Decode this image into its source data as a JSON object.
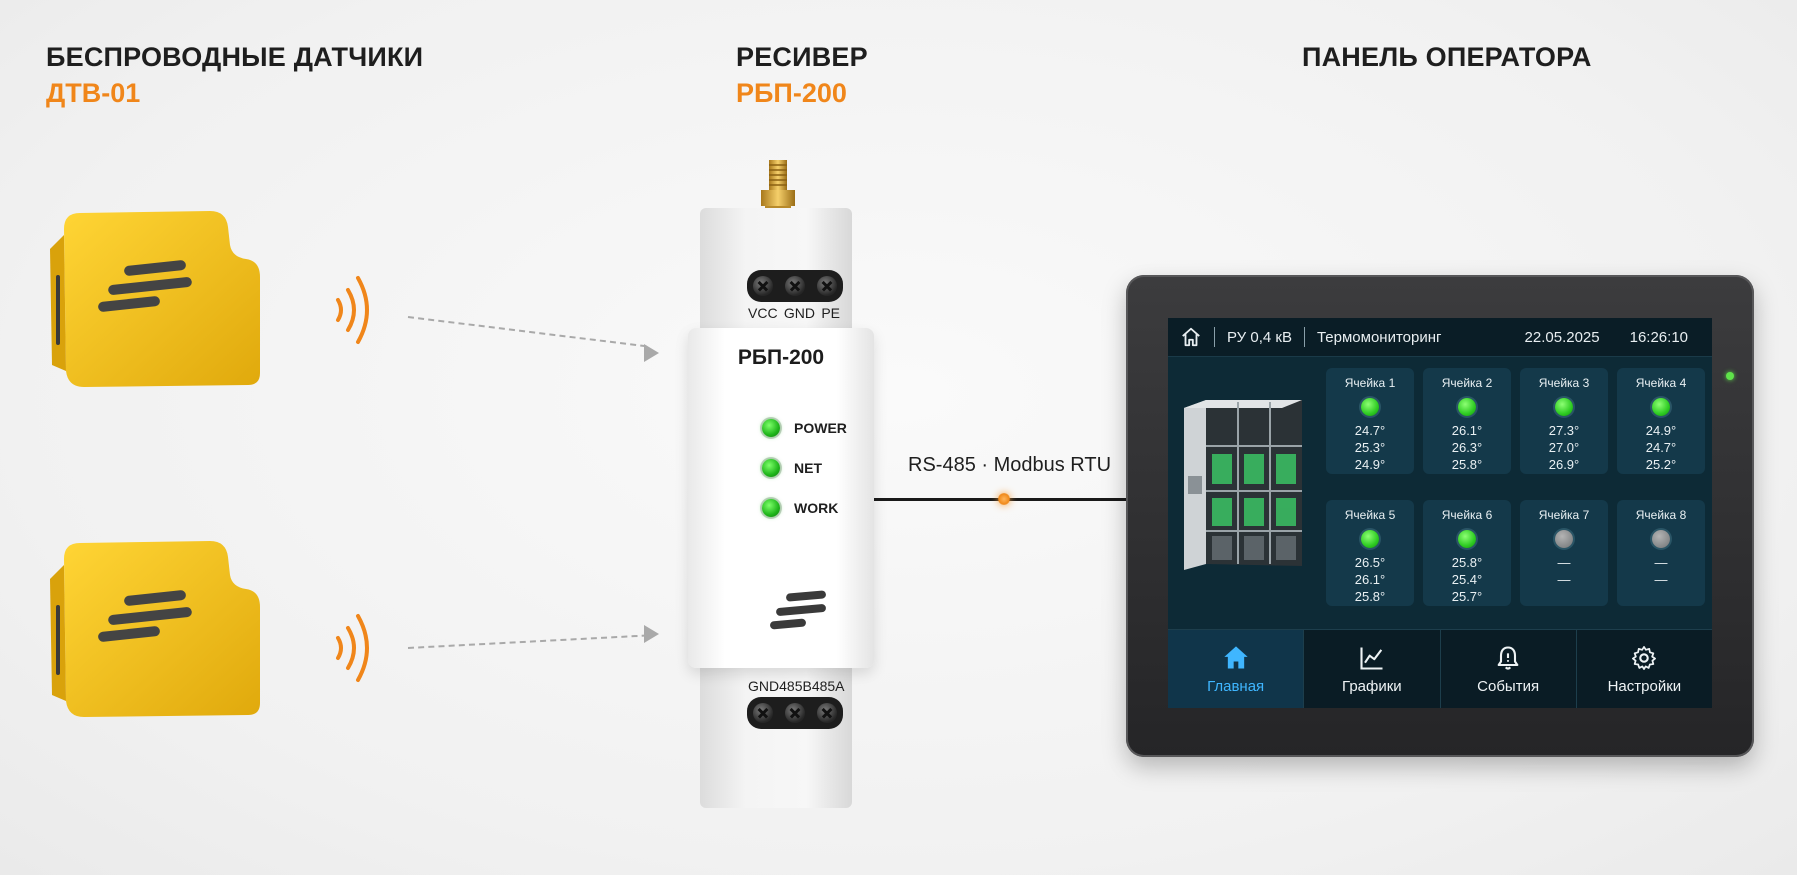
{
  "sections": {
    "sensors": {
      "title": "БЕСПРОВОДНЫЕ ДАТЧИКИ",
      "model": "ДТВ-01"
    },
    "receiver": {
      "title": "РЕСИВЕР",
      "model": "РБП-200"
    },
    "panel": {
      "title": "ПАНЕЛЬ ОПЕРАТОРА"
    }
  },
  "receiver": {
    "label": "РБП-200",
    "top_terminals": [
      "VCC",
      "GND",
      "PE"
    ],
    "bottom_terminals": [
      "GND",
      "485B",
      "485A"
    ],
    "leds": [
      {
        "label": "POWER",
        "color": "#2ecb22"
      },
      {
        "label": "NET",
        "color": "#2ecb22"
      },
      {
        "label": "WORK",
        "color": "#2ecb22"
      }
    ]
  },
  "link": {
    "label": "RS-485 · Modbus RTU",
    "dot_color": "#f08a1c"
  },
  "screen": {
    "header": {
      "location": "РУ 0,4 кВ",
      "section": "Термомониторинг",
      "date": "22.05.2025",
      "time": "16:26:10"
    },
    "cells": [
      {
        "name": "Ячейка 1",
        "status": "on",
        "values": [
          "24.7°",
          "25.3°",
          "24.9°"
        ]
      },
      {
        "name": "Ячейка 2",
        "status": "on",
        "values": [
          "26.1°",
          "26.3°",
          "25.8°"
        ]
      },
      {
        "name": "Ячейка 3",
        "status": "on",
        "values": [
          "27.3°",
          "27.0°",
          "26.9°"
        ]
      },
      {
        "name": "Ячейка 4",
        "status": "on",
        "values": [
          "24.9°",
          "24.7°",
          "25.2°"
        ]
      },
      {
        "name": "Ячейка 5",
        "status": "on",
        "values": [
          "26.5°",
          "26.1°",
          "25.8°"
        ]
      },
      {
        "name": "Ячейка 6",
        "status": "on",
        "values": [
          "25.8°",
          "25.4°",
          "25.7°"
        ]
      },
      {
        "name": "Ячейка 7",
        "status": "off",
        "values": [
          "—",
          "—"
        ]
      },
      {
        "name": "Ячейка 8",
        "status": "off",
        "values": [
          "—",
          "—"
        ]
      }
    ],
    "nav": [
      {
        "label": "Главная",
        "icon": "home-icon",
        "active": true
      },
      {
        "label": "Графики",
        "icon": "chart-icon",
        "active": false
      },
      {
        "label": "События",
        "icon": "bell-icon",
        "active": false
      },
      {
        "label": "Настройки",
        "icon": "gear-icon",
        "active": false
      }
    ]
  },
  "colors": {
    "accent": "#f0861a",
    "sensor_body": "#f2c11a",
    "screen_bg": "#0d2a36",
    "active_nav": "#3fb6ff"
  }
}
